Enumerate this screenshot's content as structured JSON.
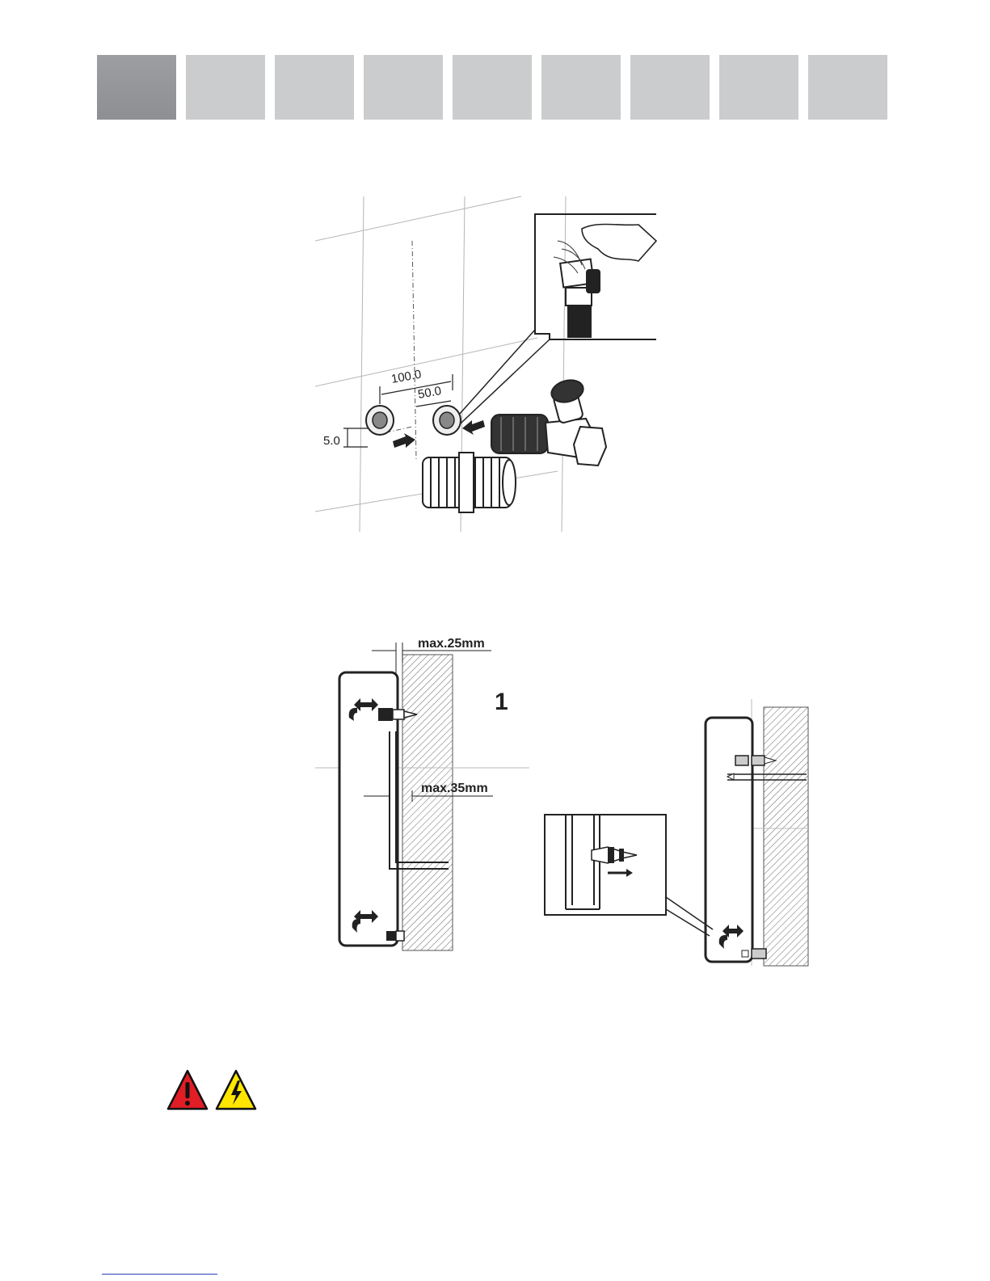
{
  "header": {
    "tabs": [
      {
        "state": "active",
        "color": "#939497"
      },
      {
        "state": "inactive",
        "color": "#cbccce"
      },
      {
        "state": "inactive",
        "color": "#cbccce"
      },
      {
        "state": "inactive",
        "color": "#cbccce"
      },
      {
        "state": "inactive",
        "color": "#cbccce"
      },
      {
        "state": "inactive",
        "color": "#cbccce"
      },
      {
        "state": "inactive",
        "color": "#cbccce"
      },
      {
        "state": "inactive",
        "color": "#cbccce"
      },
      {
        "state": "inactive",
        "color": "#cbccce"
      }
    ]
  },
  "figure_top": {
    "dim_distance": "100.0",
    "dim_offset": "50.0",
    "dim_height": "5.0"
  },
  "figure_bottom": {
    "label_max_gap": "max.25mm",
    "label_max_pipe": "max.35mm",
    "step_number": "1"
  },
  "warnings": {
    "icons": [
      "warning-triangle-icon",
      "electric-hazard-icon"
    ],
    "colors": {
      "danger": "#e11d26",
      "electric": "#ffe600"
    }
  }
}
